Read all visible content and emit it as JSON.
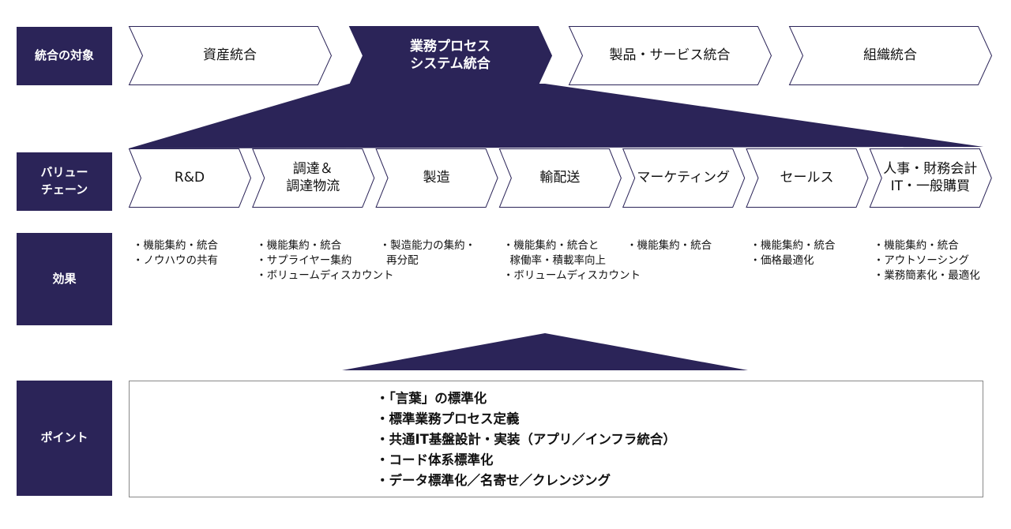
{
  "colors": {
    "accent": "#2b2458",
    "border": "#2b2458"
  },
  "rows": {
    "target": "統合の対象",
    "value_chain": "バリュー\nチェーン",
    "effect": "効果",
    "point": "ポイント"
  },
  "targets": [
    {
      "label": "資産統合",
      "selected": false
    },
    {
      "label": "業務プロセス\nシステム統合",
      "selected": true
    },
    {
      "label": "製品・サービス統合",
      "selected": false
    },
    {
      "label": "組織統合",
      "selected": false
    }
  ],
  "value_chain": [
    {
      "label": "R&D",
      "effects": [
        "・機能集約・統合",
        "・ノウハウの共有"
      ]
    },
    {
      "label": "調達＆\n調達物流",
      "effects": [
        "・機能集約・統合",
        "・サプライヤー集約",
        "・ボリュームディスカウント"
      ]
    },
    {
      "label": "製造",
      "effects": [
        "・製造能力の集約・",
        "  再分配"
      ]
    },
    {
      "label": "輸配送",
      "effects": [
        "・機能集約・統合と",
        "  稼働率・積載率向上",
        "・ボリュームディスカウント"
      ]
    },
    {
      "label": "マーケティング",
      "effects": [
        "・機能集約・統合"
      ]
    },
    {
      "label": "セールス",
      "effects": [
        "・機能集約・統合",
        "・価格最適化"
      ]
    },
    {
      "label": "人事・財務会計\nIT・一般購買",
      "effects": [
        "・機能集約・統合",
        "・アウトソーシング",
        "・業務簡素化・最適化"
      ]
    }
  ],
  "points": [
    "・「言葉」の標準化",
    "・標準業務プロセス定義",
    "・共通IT基盤設計・実装（アプリ／インフラ統合）",
    "・コード体系標準化",
    "・データ標準化／名寄せ／クレンジング"
  ]
}
